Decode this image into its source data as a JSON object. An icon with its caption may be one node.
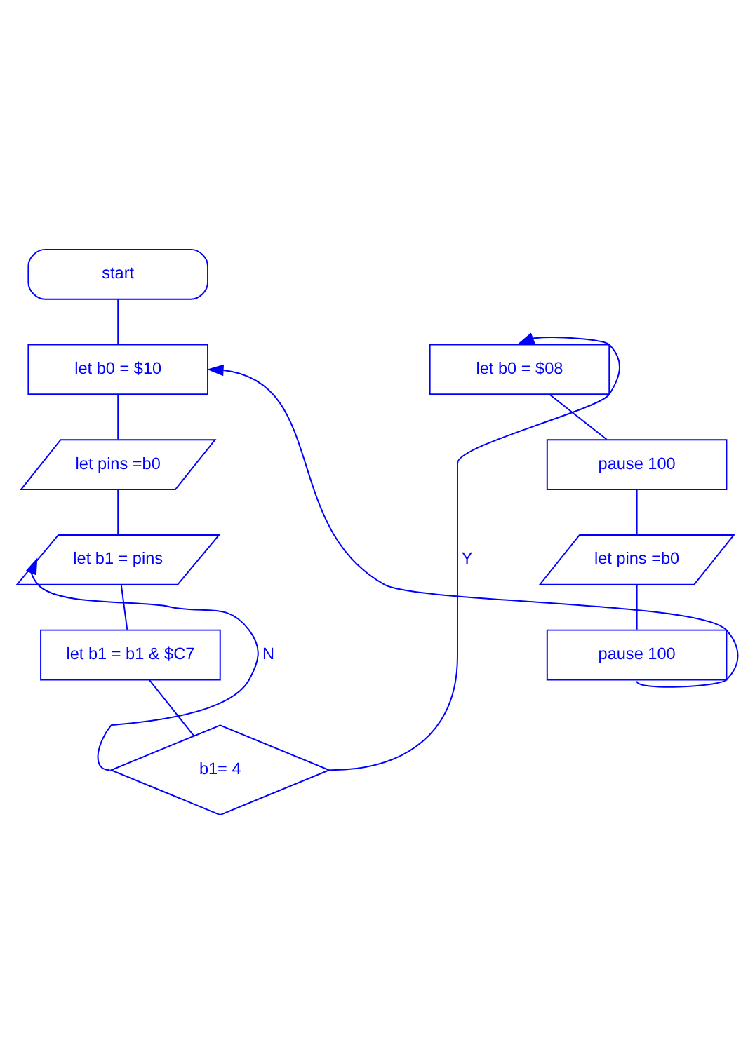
{
  "diagram": {
    "nodes": [
      {
        "text": [
          "start"
        ]
      },
      {
        "text": [
          "let b0 = $10"
        ]
      },
      {
        "text": [
          "let pins =b0"
        ]
      },
      {
        "text": [
          "let b1 = pins"
        ]
      },
      {
        "text": [
          "let b1 = b1 & $C7"
        ]
      },
      {
        "text": [
          "b1= 4"
        ]
      },
      {
        "text": [
          "let b0 = $08"
        ]
      },
      {
        "text": [
          "pause 100"
        ]
      },
      {
        "text": [
          "let pins =b0"
        ]
      },
      {
        "text": [
          "pause 100"
        ]
      }
    ],
    "edges": [
      {
        "from": 0,
        "to": 1,
        "arrow": "none"
      },
      {
        "from": 1,
        "to": 2,
        "arrow": "none"
      },
      {
        "from": 2,
        "to": 3,
        "arrow": "none"
      },
      {
        "from": 3,
        "to": 4,
        "arrow": "none"
      },
      {
        "from": 4,
        "to": 5,
        "arrow": "none"
      },
      {
        "from": 5,
        "to": 6,
        "arrow": "to",
        "label": "Y"
      },
      {
        "from": 5,
        "to": 3,
        "arrow": "to",
        "label": "N"
      },
      {
        "from": 6,
        "to": 7,
        "arrow": "none"
      },
      {
        "from": 7,
        "to": 8,
        "arrow": "none"
      },
      {
        "from": 8,
        "to": 9,
        "arrow": "none"
      },
      {
        "from": 9,
        "to": 1,
        "arrow": "to"
      }
    ]
  }
}
